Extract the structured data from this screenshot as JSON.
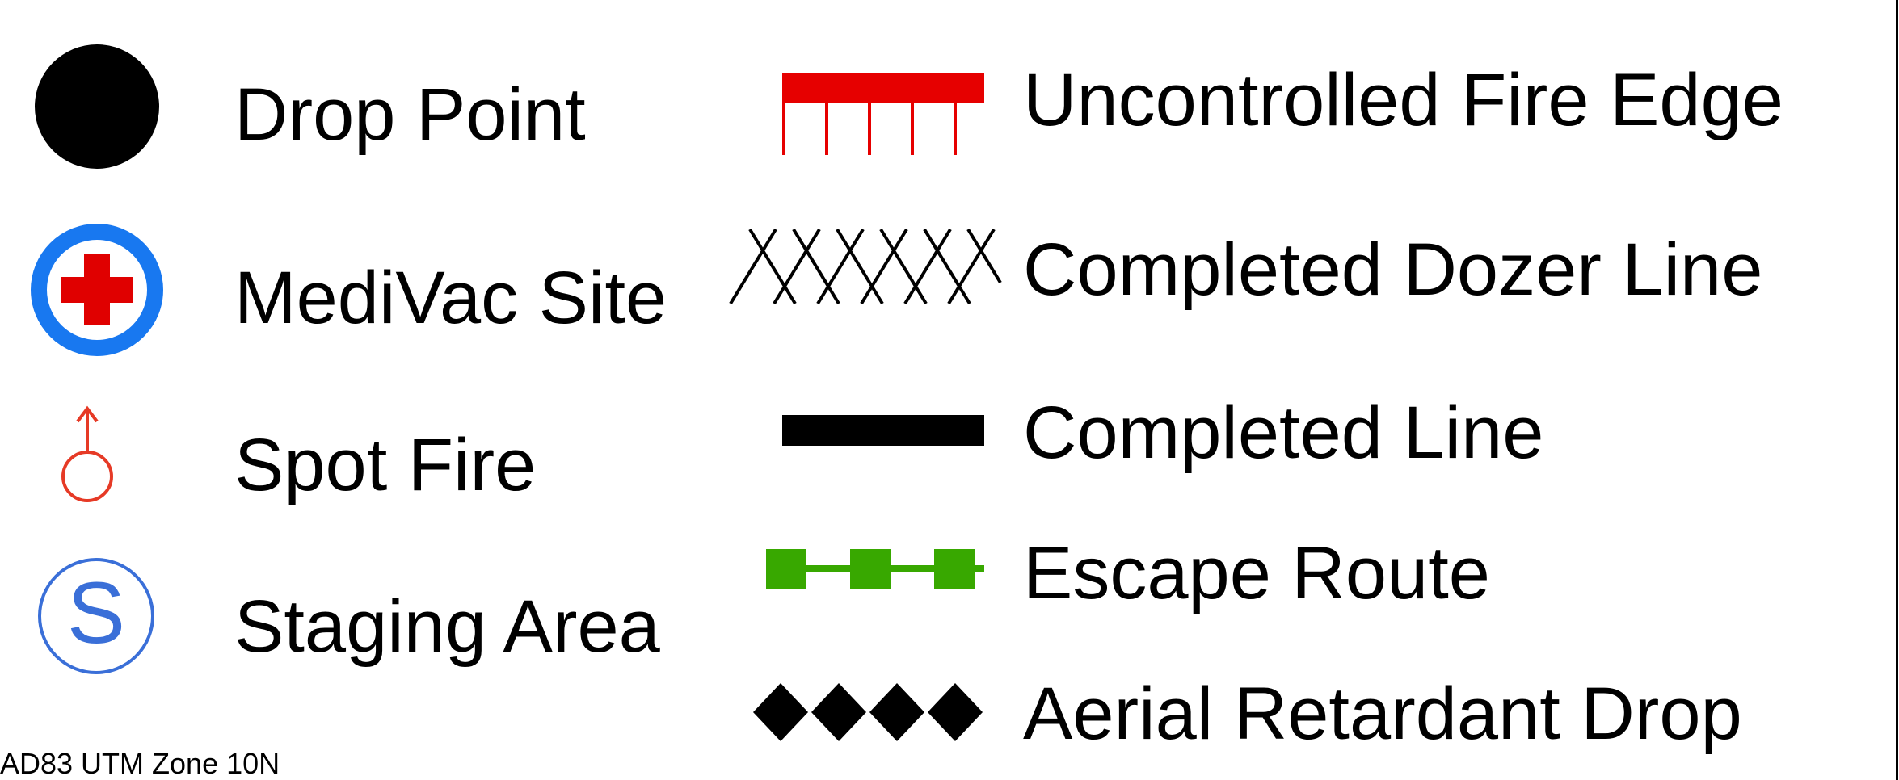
{
  "legend": {
    "left": [
      {
        "label": "Drop Point",
        "icon": "drop-point-icon",
        "color": "#000000"
      },
      {
        "label": "MediVac Site",
        "icon": "medivac-icon",
        "color": "#1878f0",
        "accent": "#e00000"
      },
      {
        "label": "Spot Fire",
        "icon": "spot-fire-icon",
        "color": "#e63a26"
      },
      {
        "label": "Staging Area",
        "icon": "staging-area-icon",
        "color": "#3a6fd8"
      }
    ],
    "right": [
      {
        "label": "Uncontrolled Fire Edge",
        "icon": "uncontrolled-fire-edge-icon",
        "color": "#e60000"
      },
      {
        "label": "Completed Dozer Line",
        "icon": "completed-dozer-line-icon",
        "color": "#000000"
      },
      {
        "label": "Completed Line",
        "icon": "completed-line-icon",
        "color": "#000000"
      },
      {
        "label": "Escape Route",
        "icon": "escape-route-icon",
        "color": "#38a800"
      },
      {
        "label": "Aerial Retardant Drop",
        "icon": "aerial-retardant-drop-icon",
        "color": "#000000"
      }
    ]
  },
  "footer": {
    "projection": "AD83 UTM Zone 10N"
  }
}
